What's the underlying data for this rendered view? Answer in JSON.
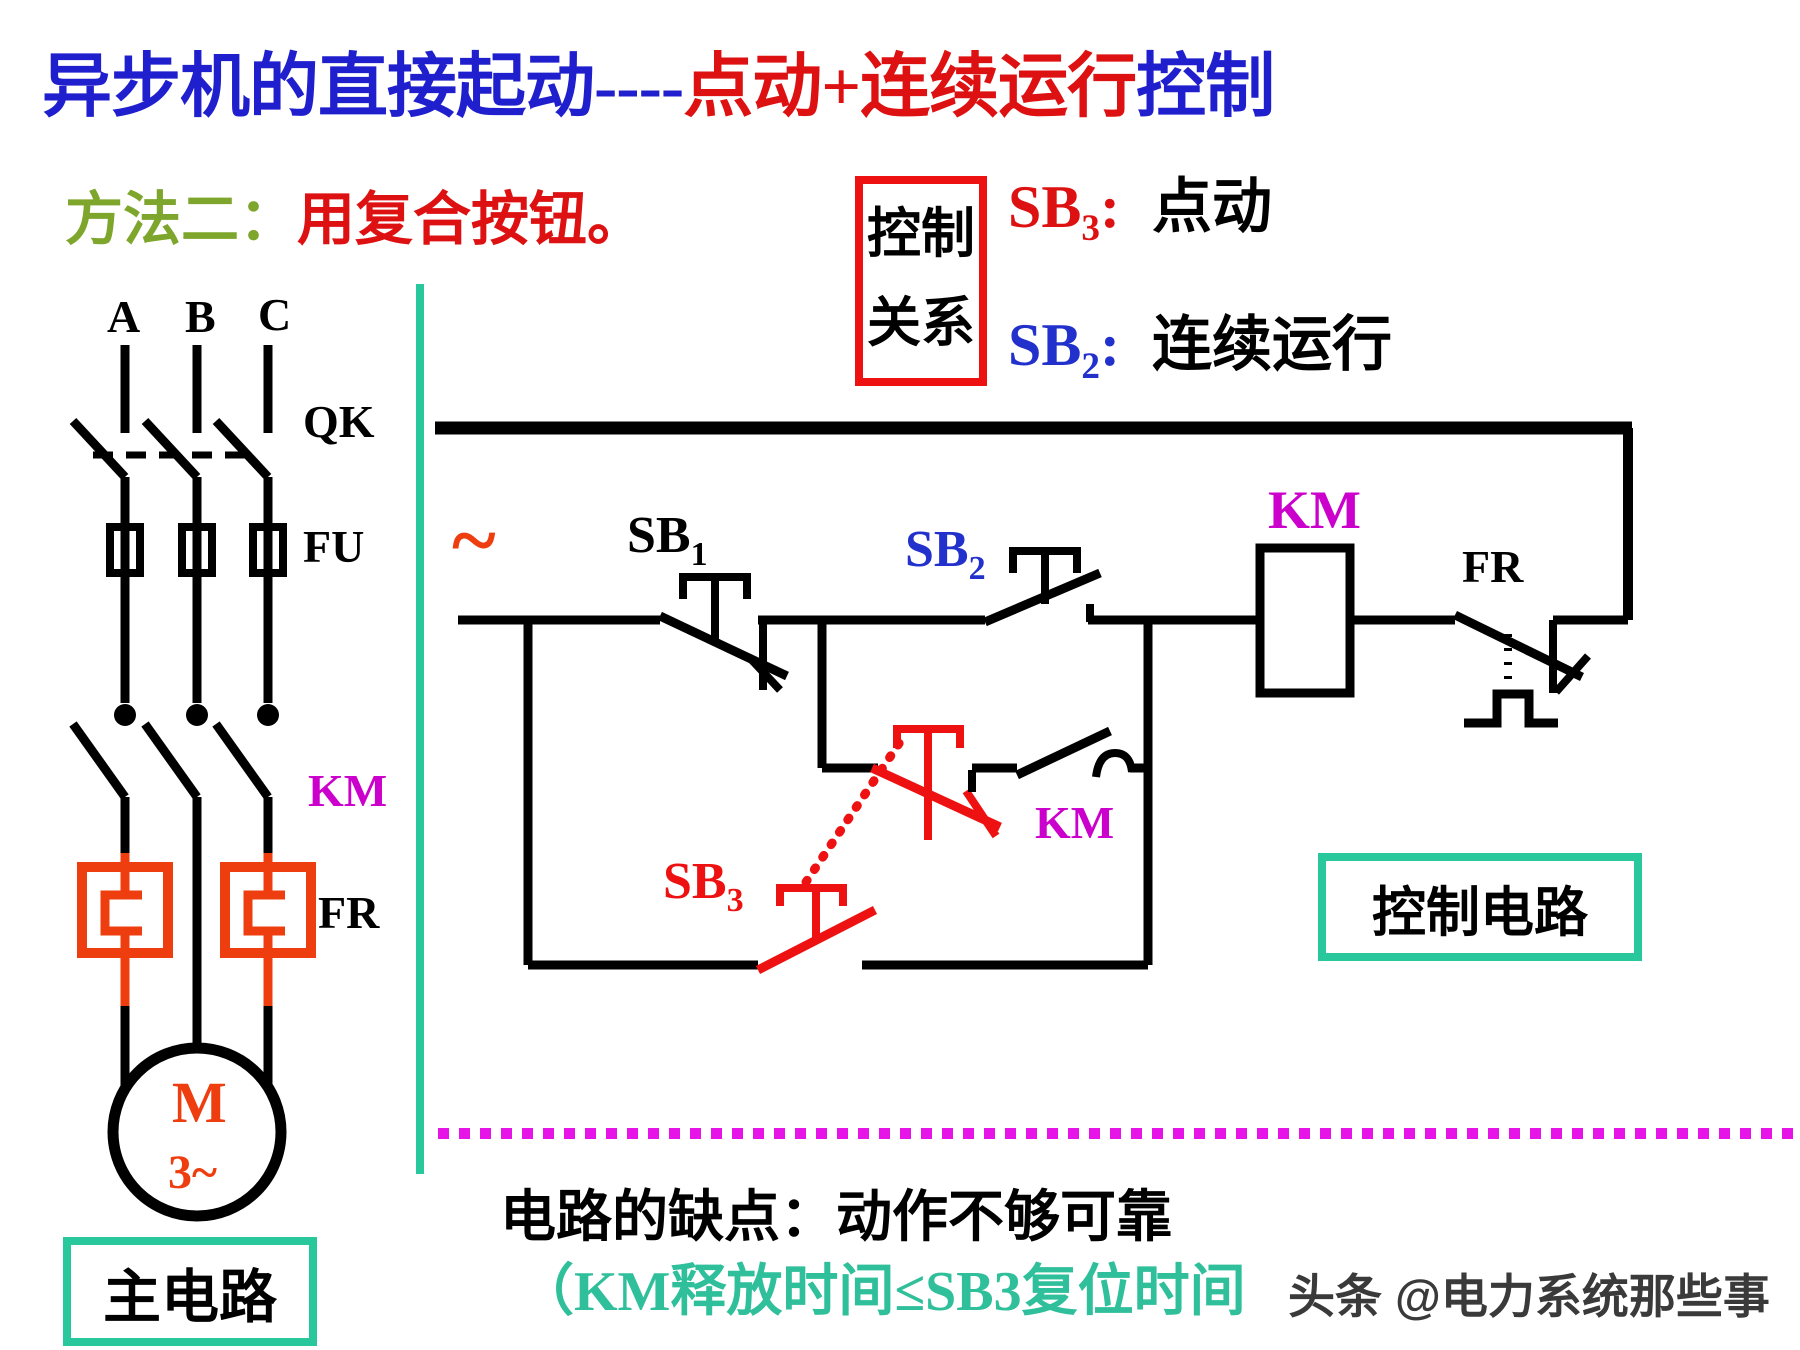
{
  "title": {
    "part1_blue": "异步机的直接起动----",
    "part2_red": "点动+连续运行",
    "part3_blue": "控制"
  },
  "method": {
    "label": "方法二：",
    "text": "用复合按钮。"
  },
  "control_relation": {
    "box_line1": "控制",
    "box_line2": "关系",
    "item1": {
      "base": "SB",
      "sub": "3",
      "colon": ":",
      "desc": "点动"
    },
    "item2": {
      "base": "SB",
      "sub": "2",
      "colon": ":",
      "desc": "连续运行"
    }
  },
  "main_circuit": {
    "phases": [
      "A",
      "B",
      "C"
    ],
    "switch_label": "QK",
    "fuse_label": "FU",
    "contactor_label": "KM",
    "relay_label": "FR",
    "motor_label": "M",
    "motor_sub": "3~",
    "caption": "主电路"
  },
  "control_circuit": {
    "source_symbol": "~",
    "sb1": {
      "base": "SB",
      "sub": "1"
    },
    "sb2": {
      "base": "SB",
      "sub": "2"
    },
    "sb3": {
      "base": "SB",
      "sub": "3"
    },
    "coil_label": "KM",
    "aux_label": "KM",
    "relay_label": "FR",
    "caption": "控制电路"
  },
  "footer": {
    "line1": "电路的缺点：动作不够可靠",
    "line2": "（KM释放时间≤SB3复位时间",
    "watermark": "头条 @电力系统那些事"
  },
  "colors": {
    "title_blue": "#1f1fcd",
    "highlight_red": "#dd1111",
    "method_green": "#7ea62c",
    "teal_accent": "#28c79c",
    "magenta_accent": "#cc00cc",
    "orange_red": "#ee3d0e",
    "sb2_blue": "#2230cc",
    "dotted_divider_magenta": "#e714e7",
    "footer_teal": "#2fbf9a"
  }
}
